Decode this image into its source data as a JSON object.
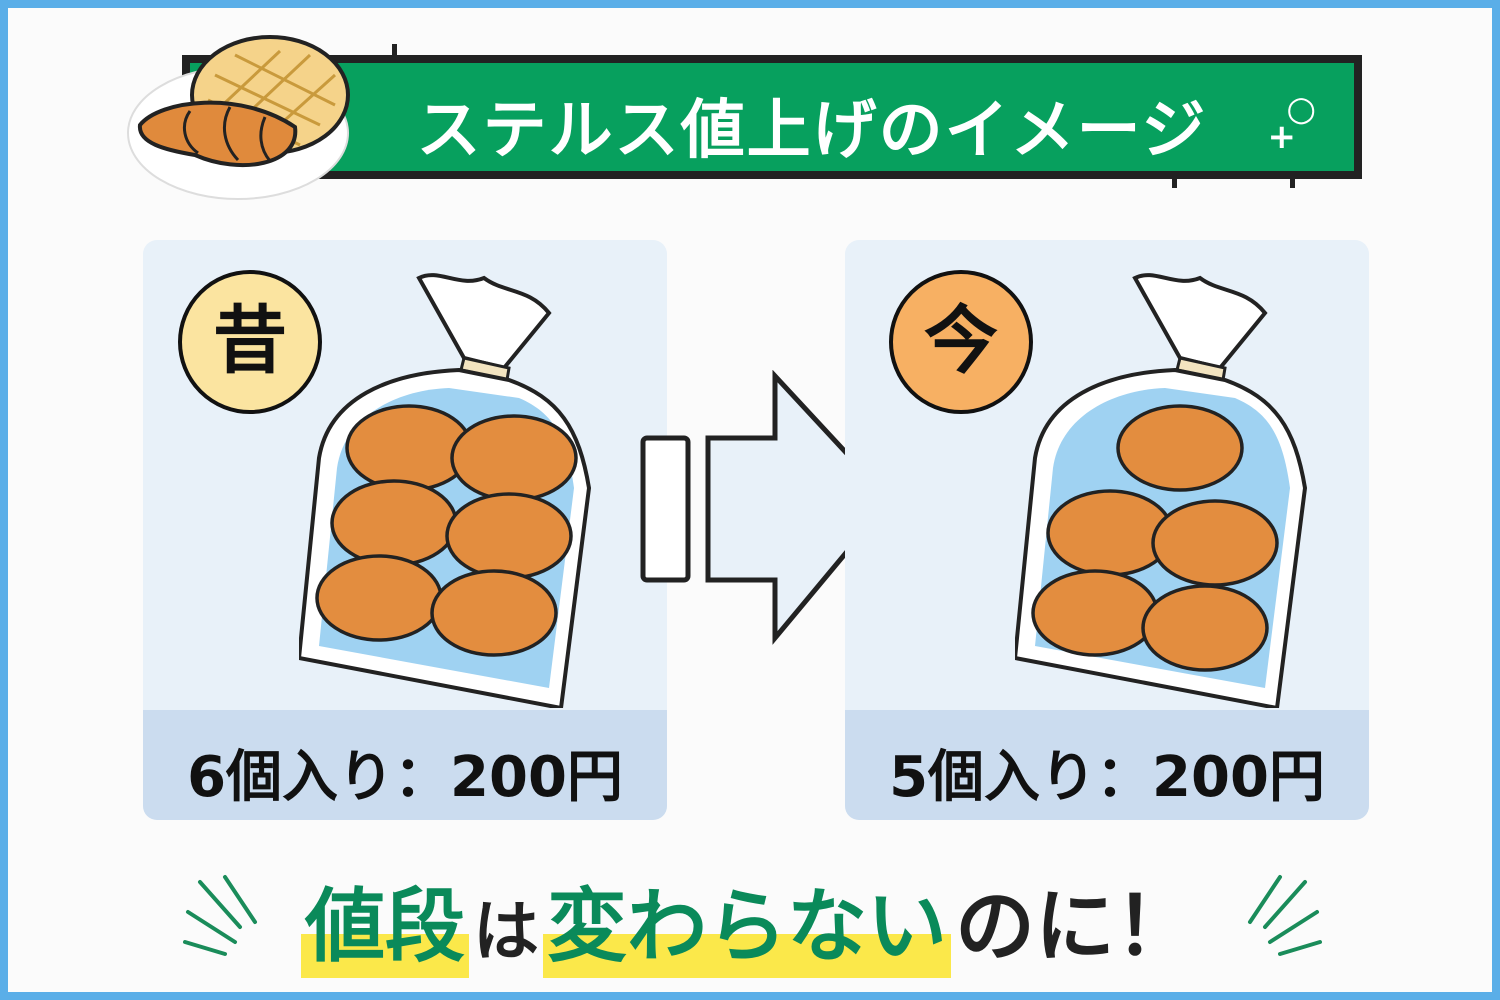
{
  "header": {
    "title": "ステルス値上げのイメージ"
  },
  "before": {
    "badge": "昔",
    "price": "6個入り：200円",
    "roll_count": 6
  },
  "after": {
    "badge": "今",
    "price": "5個入り：200円",
    "roll_count": 5
  },
  "footer": {
    "part1": "値段",
    "part2": "は",
    "part3": "変わらない",
    "part4": "のに！"
  },
  "colors": {
    "banner": "#07a05e",
    "panel": "#e8f1f9",
    "panel_foot": "#cbdcef",
    "old_badge": "#fbe4a0",
    "now_badge": "#f7b063",
    "highlight": "#fbe84a",
    "accent_text": "#0a8a5a"
  },
  "icons": [
    "bread-logo-icon",
    "bread-bag-icon",
    "right-arrow-icon",
    "burst-lines-icon"
  ]
}
